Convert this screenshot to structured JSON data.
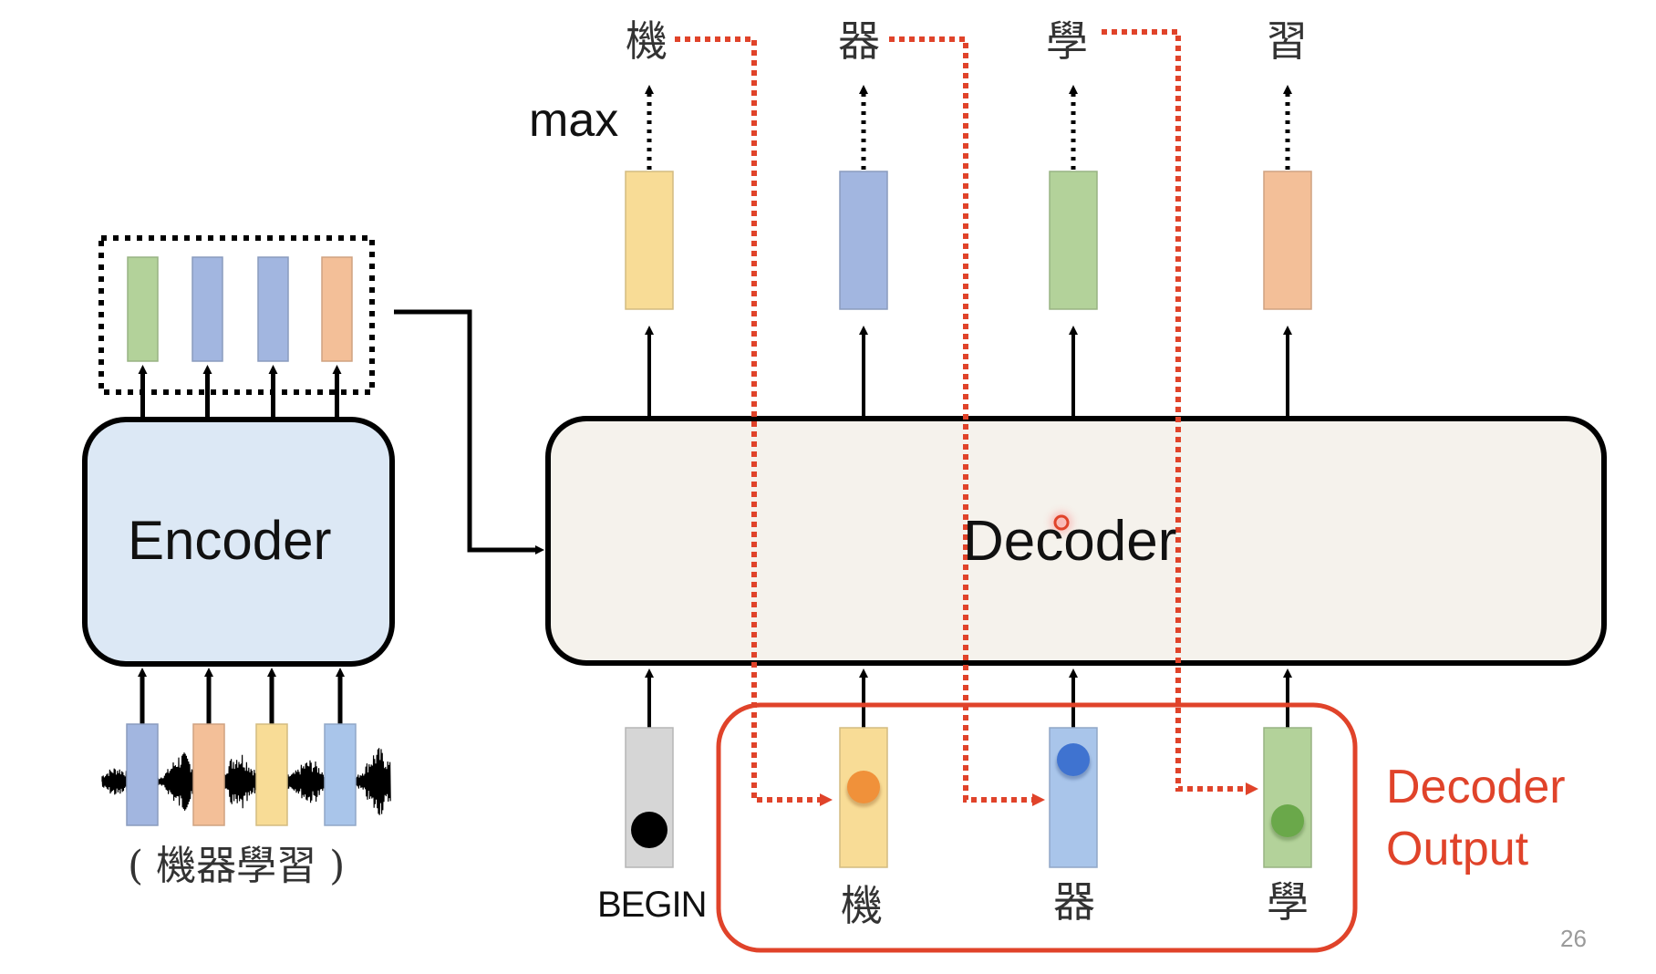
{
  "slide": {
    "page_number": "26"
  },
  "encoder": {
    "label": "Encoder",
    "fill": "#dce8f5",
    "output_vectors": [
      {
        "color": "green"
      },
      {
        "color": "blue"
      },
      {
        "color": "blue"
      },
      {
        "color": "orange"
      }
    ],
    "input_vectors": [
      {
        "color": "blue"
      },
      {
        "color": "orange"
      },
      {
        "color": "yellow"
      },
      {
        "color": "blue"
      }
    ],
    "input_caption": "( 機器學習 )"
  },
  "decoder": {
    "label": "Decoder",
    "fill": "#f5f2ec",
    "max_label": "max",
    "outputs": [
      {
        "token": "機",
        "color": "yellow"
      },
      {
        "token": "器",
        "color": "blue"
      },
      {
        "token": "學",
        "color": "green"
      },
      {
        "token": "習",
        "color": "orange"
      }
    ],
    "inputs": [
      {
        "token": "BEGIN",
        "color": "gray",
        "dot": "black"
      },
      {
        "token": "機",
        "color": "yellow",
        "dot": "orange"
      },
      {
        "token": "器",
        "color": "blue",
        "dot": "blue"
      },
      {
        "token": "學",
        "color": "green",
        "dot": "green"
      }
    ]
  },
  "annotation": {
    "line1": "Decoder",
    "line2": "Output",
    "color": "#e0432a"
  },
  "palette": {
    "green": "#b3d29a",
    "blue": "#a2b6e0",
    "orange": "#f3bf98",
    "yellow": "#f8dc96",
    "gray": "#d6d6d6",
    "lightblue": "#a9c5ea",
    "dot_orange": "#f0913a",
    "dot_blue": "#3f73d0",
    "dot_green": "#6aa84a",
    "dot_black": "#000000"
  }
}
